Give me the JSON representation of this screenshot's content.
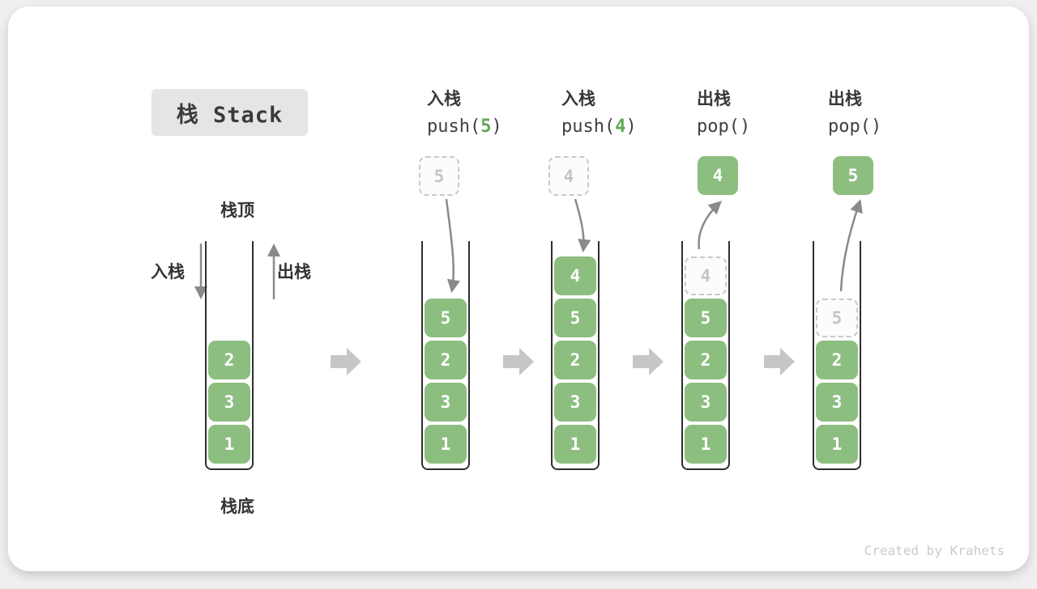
{
  "title": "栈 Stack",
  "watermark": "Created by Krahets",
  "legend": {
    "stack_top": "栈顶",
    "stack_bottom": "栈底",
    "push_label": "入栈",
    "pop_label": "出栈"
  },
  "steps": [
    {
      "op": "入栈",
      "code": "push(",
      "arg": "5",
      "close": ")"
    },
    {
      "op": "入栈",
      "code": "push(",
      "arg": "4",
      "close": ")"
    },
    {
      "op": "出栈",
      "code": "pop(",
      "arg": "",
      "close": ")"
    },
    {
      "op": "出栈",
      "code": "pop(",
      "arg": "",
      "close": ")"
    }
  ],
  "stacks": [
    {
      "blocks": [
        "2",
        "3",
        "1"
      ]
    },
    {
      "incoming": "5",
      "blocks": [
        "5",
        "2",
        "3",
        "1"
      ]
    },
    {
      "incoming": "4",
      "blocks": [
        "4",
        "5",
        "2",
        "3",
        "1"
      ]
    },
    {
      "popped": "4",
      "ghost": "4",
      "blocks": [
        "5",
        "2",
        "3",
        "1"
      ]
    },
    {
      "popped": "5",
      "ghost": "5",
      "blocks": [
        "2",
        "3",
        "1"
      ]
    }
  ],
  "colors": {
    "block_green": "#8CBE80",
    "code_arg_green": "#62A854",
    "arrow_gray": "#8A8A8A",
    "flow_arrow_gray": "#C6C6C6",
    "ghost_gray": "#C9C9C9",
    "vessel_ink": "#2F2F2F",
    "title_bg": "#E5E5E5",
    "text_ink": "#3A3A3A",
    "watermark_gray": "#CBCBCB"
  }
}
